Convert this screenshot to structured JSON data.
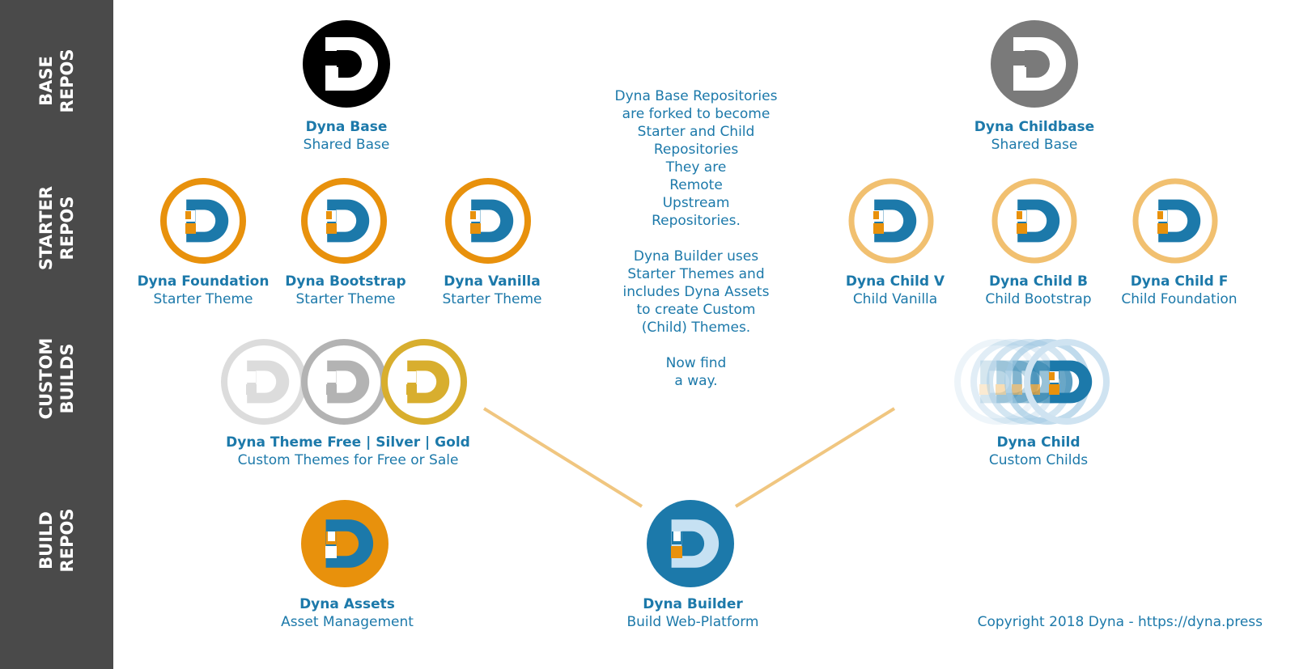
{
  "sidebar": {
    "rows": [
      {
        "line1": "BASE",
        "line2": "REPOS"
      },
      {
        "line1": "STARTER",
        "line2": "REPOS"
      },
      {
        "line1": "CUSTOM",
        "line2": "BUILDS"
      },
      {
        "line1": "BUILD",
        "line2": "REPOS"
      }
    ]
  },
  "colors": {
    "sidebar": "#4a4a4a",
    "text": "#1c79aa",
    "orange": "#e8910c",
    "light_orange": "#f1c070",
    "black": "#000000",
    "grey": "#7a7a7a",
    "silver": "#b3b3b3",
    "free": "#dcdcdc",
    "gold": "#d8ae2e",
    "builder_blue": "#1c79aa",
    "connector": "#f0c680"
  },
  "nodes": {
    "dyna_base": {
      "title": "Dyna Base",
      "subtitle": "Shared Base",
      "icon": "dyna-logo-black-icon"
    },
    "dyna_childbase": {
      "title": "Dyna Childbase",
      "subtitle": "Shared Base",
      "icon": "dyna-logo-grey-icon"
    },
    "dyna_foundation": {
      "title": "Dyna Foundation",
      "subtitle": "Starter Theme",
      "icon": "dyna-logo-orange-ring-icon"
    },
    "dyna_bootstrap": {
      "title": "Dyna Bootstrap",
      "subtitle": "Starter Theme",
      "icon": "dyna-logo-orange-ring-icon"
    },
    "dyna_vanilla": {
      "title": "Dyna Vanilla",
      "subtitle": "Starter Theme",
      "icon": "dyna-logo-orange-ring-icon"
    },
    "dyna_child_v": {
      "title": "Dyna Child V",
      "subtitle": "Child Vanilla",
      "icon": "dyna-logo-light-orange-ring-icon"
    },
    "dyna_child_b": {
      "title": "Dyna Child B",
      "subtitle": "Child Bootstrap",
      "icon": "dyna-logo-light-orange-ring-icon"
    },
    "dyna_child_f": {
      "title": "Dyna Child F",
      "subtitle": "Child Foundation",
      "icon": "dyna-logo-light-orange-ring-icon"
    },
    "dyna_theme": {
      "title": "Dyna Theme Free | Silver | Gold",
      "subtitle": "Custom Themes for Free or Sale",
      "icon": "dyna-logo-free-silver-gold-icon"
    },
    "dyna_child": {
      "title": "Dyna Child",
      "subtitle": "Custom Childs",
      "icon": "dyna-logo-stacked-blue-icon"
    },
    "dyna_assets": {
      "title": "Dyna Assets",
      "subtitle": "Asset Management",
      "icon": "dyna-logo-orange-filled-icon"
    },
    "dyna_builder": {
      "title": "Dyna Builder",
      "subtitle": "Build Web-Platform",
      "icon": "dyna-logo-blue-filled-icon"
    }
  },
  "description": {
    "lines": [
      "Dyna Base Repositories",
      "are forked to become",
      "Starter and Child",
      "Repositories",
      "They are",
      "Remote",
      "Upstream",
      "Repositories.",
      "",
      "Dyna Builder uses",
      "Starter Themes and",
      "includes Dyna Assets",
      "to create Custom",
      "(Child) Themes.",
      "",
      "Now find",
      "a way."
    ]
  },
  "copyright": "Copyright 2018 Dyna - https://dyna.press"
}
